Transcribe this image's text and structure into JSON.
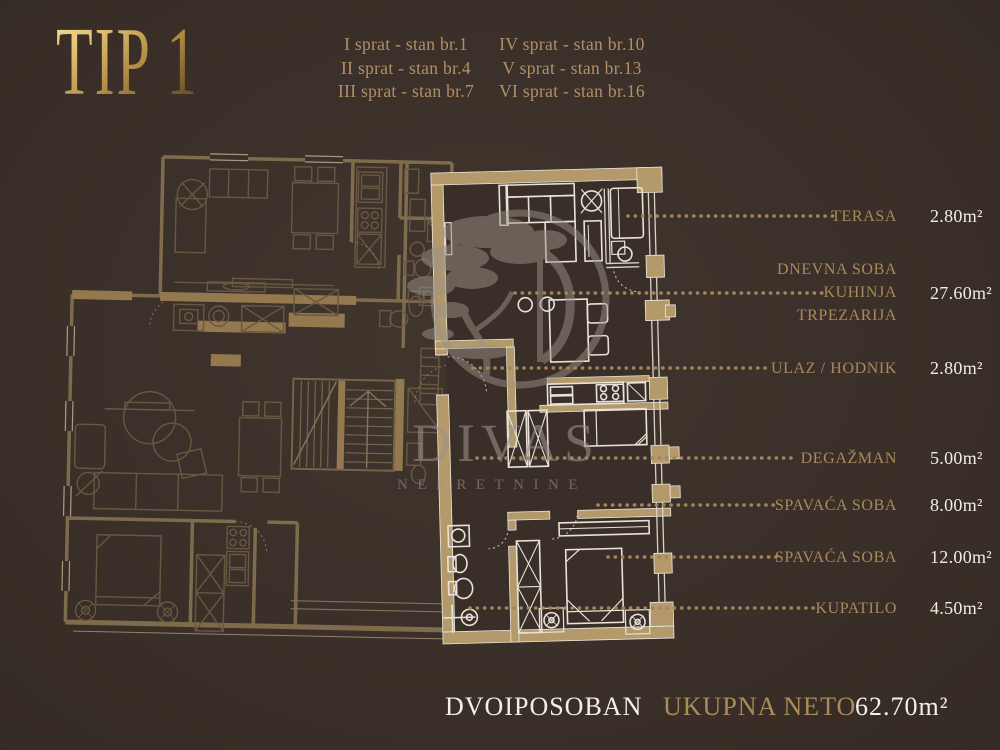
{
  "title": "TIP 1",
  "floor_list": {
    "col1": [
      "I sprat - stan br.1",
      "II sprat - stan br.4",
      "III sprat - stan br.7"
    ],
    "col2": [
      "IV sprat - stan br.10",
      "V sprat - stan br.13",
      "VI sprat - stan br.16"
    ]
  },
  "rooms": [
    {
      "lines": [
        "TERASA"
      ],
      "area": "2.80m²"
    },
    {
      "lines": [
        "DNEVNA SOBA",
        "KUHINJA",
        "TRPEZARIJA"
      ],
      "area": "27.60m²"
    },
    {
      "lines": [
        "ULAZ / HODNIK"
      ],
      "area": "2.80m²"
    },
    {
      "lines": [
        "DEGAŽMAN"
      ],
      "area": "5.00m²"
    },
    {
      "lines": [
        "SPAVAĆA SOBA"
      ],
      "area": "8.00m²"
    },
    {
      "lines": [
        "SPAVAĆA SOBA"
      ],
      "area": "12.00m²"
    },
    {
      "lines": [
        "KUPATILO"
      ],
      "area": "4.50m²"
    }
  ],
  "summary": {
    "type_label": "DVOIPOSOBAN",
    "net_label": "UKUPNA NETO",
    "net_area": "62.70m²"
  },
  "watermark": {
    "brand": "DIVAS",
    "sub": "NEKRETNINE"
  },
  "colors": {
    "background": "#3b3029",
    "title_gold_light": "#f2dc96",
    "title_gold_dark": "#6e5527",
    "label_gold": "#a8895c",
    "value_white": "#efece6",
    "unit_wall_tan": "#b49a6a",
    "neighbor_wall": "#84714f",
    "leader_dots": "#a2855a"
  }
}
